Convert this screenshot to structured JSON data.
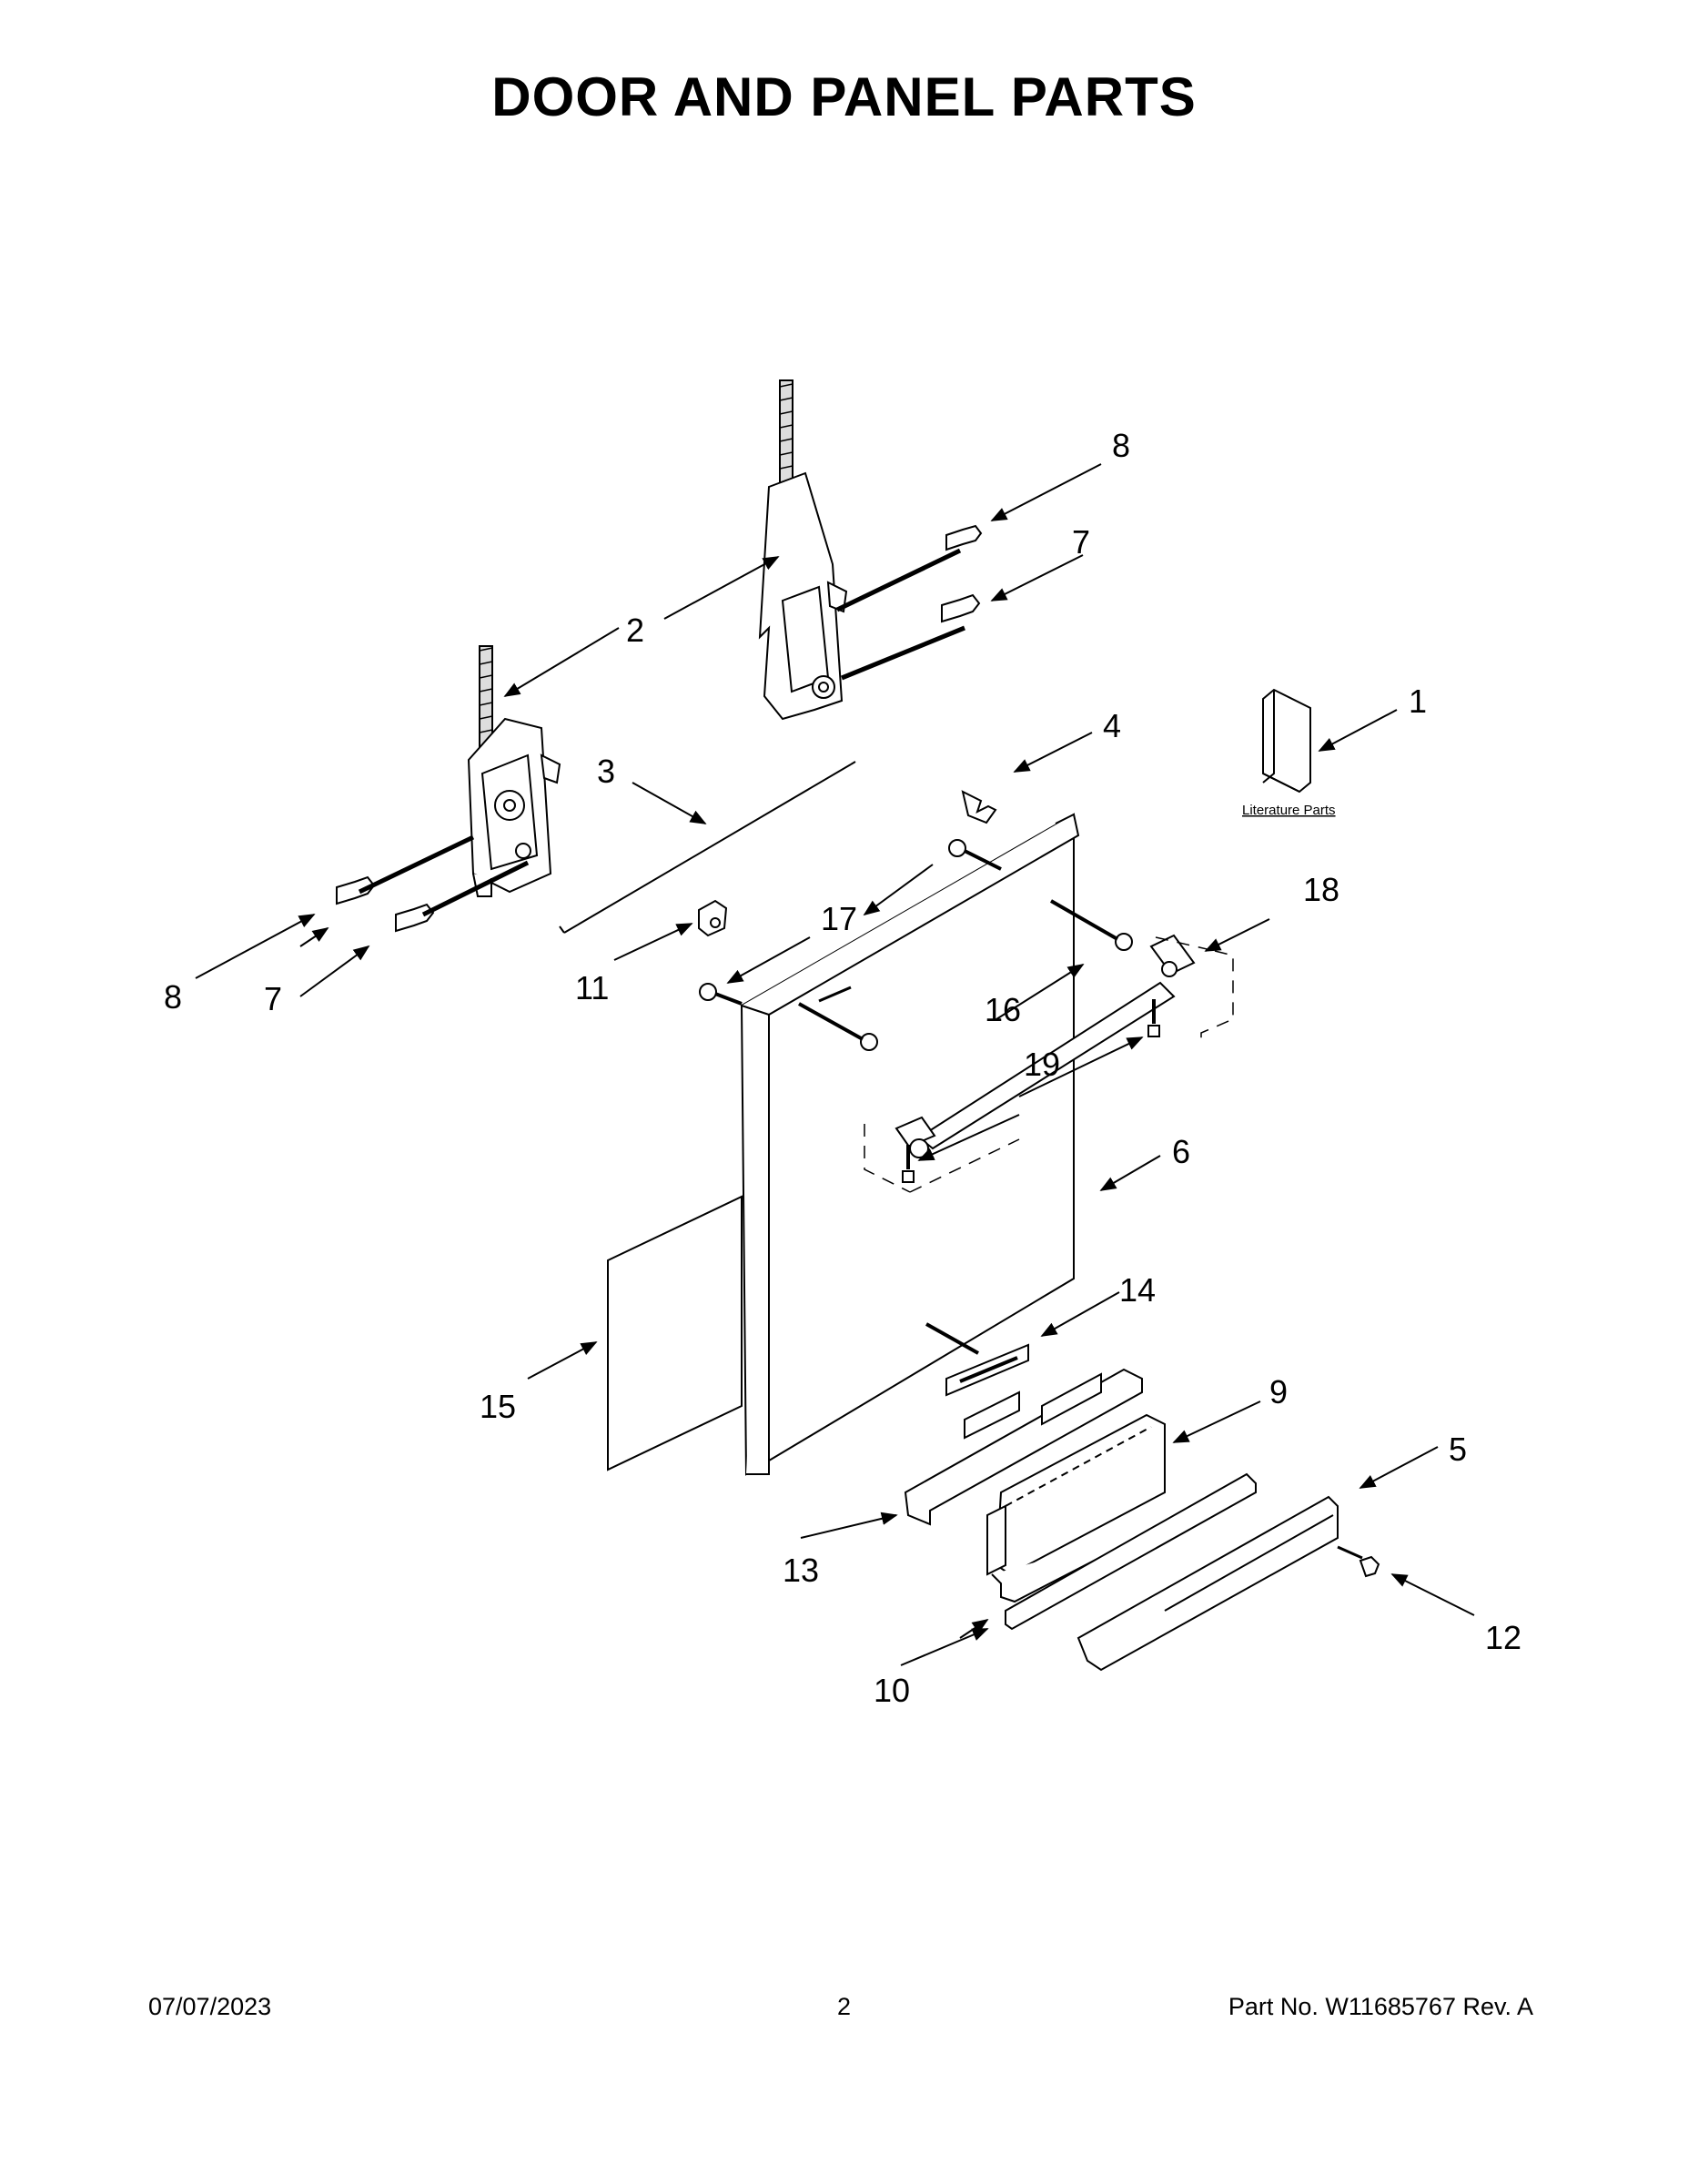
{
  "page": {
    "title": "DOOR AND PANEL PARTS",
    "footer": {
      "date": "07/07/2023",
      "page_number": "2",
      "part_number": "Part No.  W11685767  Rev.  A"
    }
  },
  "literature_label": "Literature Parts",
  "callouts": [
    "1",
    "2",
    "3",
    "4",
    "5",
    "6",
    "7",
    "8",
    "9",
    "10",
    "11",
    "12",
    "13",
    "14",
    "15",
    "16",
    "17",
    "18",
    "19"
  ],
  "callout_second": [
    "7",
    "8"
  ]
}
